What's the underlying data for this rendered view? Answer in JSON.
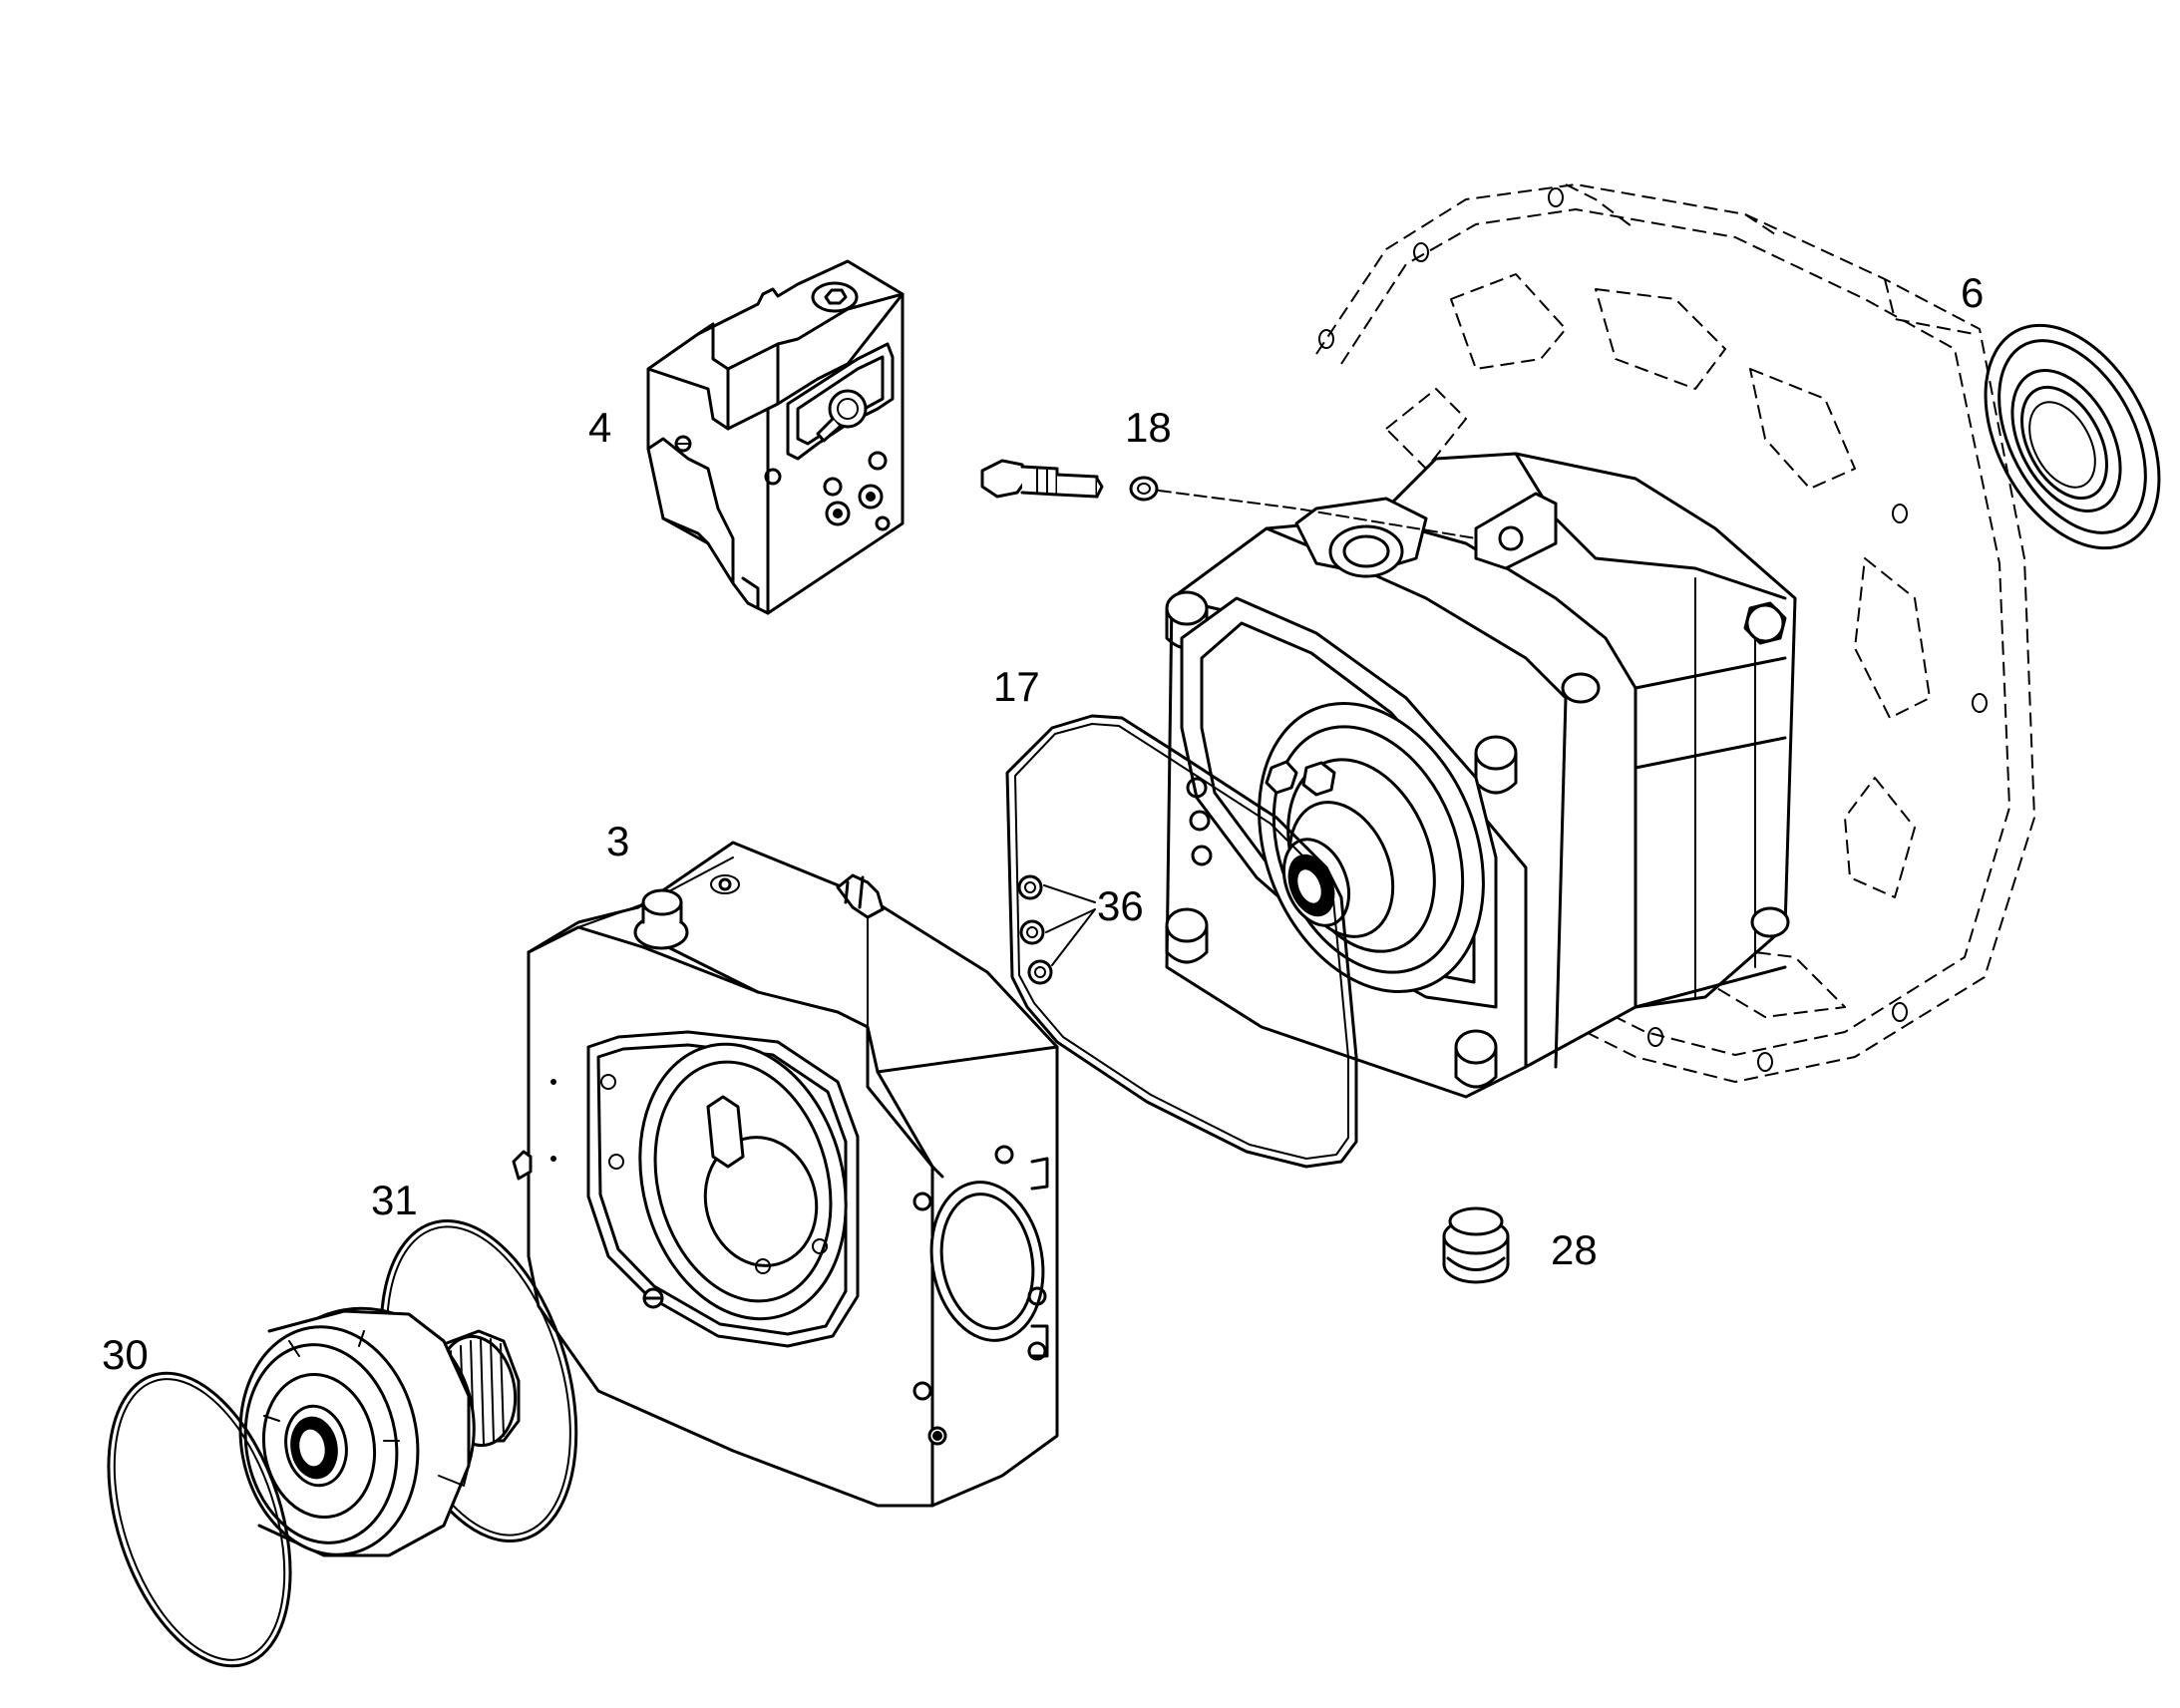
{
  "diagram": {
    "type": "exploded-parts-view",
    "callouts": {
      "p3": "3",
      "p4": "4",
      "p6": "6",
      "p17": "17",
      "p18": "18",
      "p28": "28",
      "p30": "30",
      "p31": "31",
      "p36": "36"
    }
  },
  "colors": {
    "line": "#000000",
    "background": "#ffffff"
  }
}
